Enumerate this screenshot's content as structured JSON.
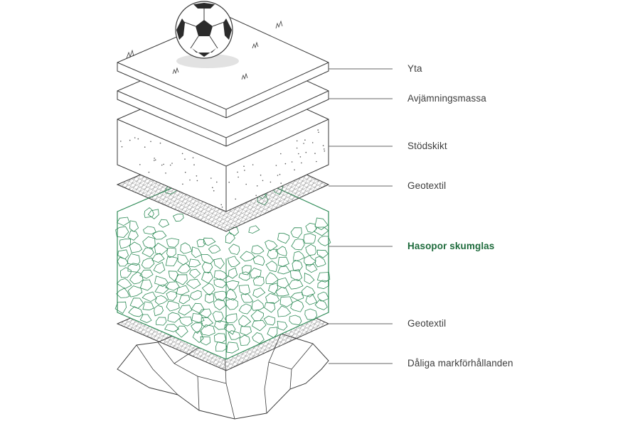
{
  "diagram": {
    "layers": [
      {
        "id": "yta",
        "label": "Yta",
        "highlight": false
      },
      {
        "id": "avjamningsmassa",
        "label": "Avjämningsmassa",
        "highlight": false
      },
      {
        "id": "stodskikt",
        "label": "Stödskikt",
        "highlight": false
      },
      {
        "id": "geotextil-top",
        "label": "Geotextil",
        "highlight": false
      },
      {
        "id": "hasopor",
        "label": "Hasopor skumglas",
        "highlight": true
      },
      {
        "id": "geotextil-bottom",
        "label": "Geotextil",
        "highlight": false
      },
      {
        "id": "mark",
        "label": "Dåliga markförhållanden",
        "highlight": false
      }
    ],
    "colors": {
      "line": "#3a3a3a",
      "leader": "#666666",
      "accent_green": "#1e6b3c",
      "glass_stroke": "#2e8b57",
      "ball_dark": "#2b2b2b",
      "shadow": "#e2e2e2"
    }
  }
}
